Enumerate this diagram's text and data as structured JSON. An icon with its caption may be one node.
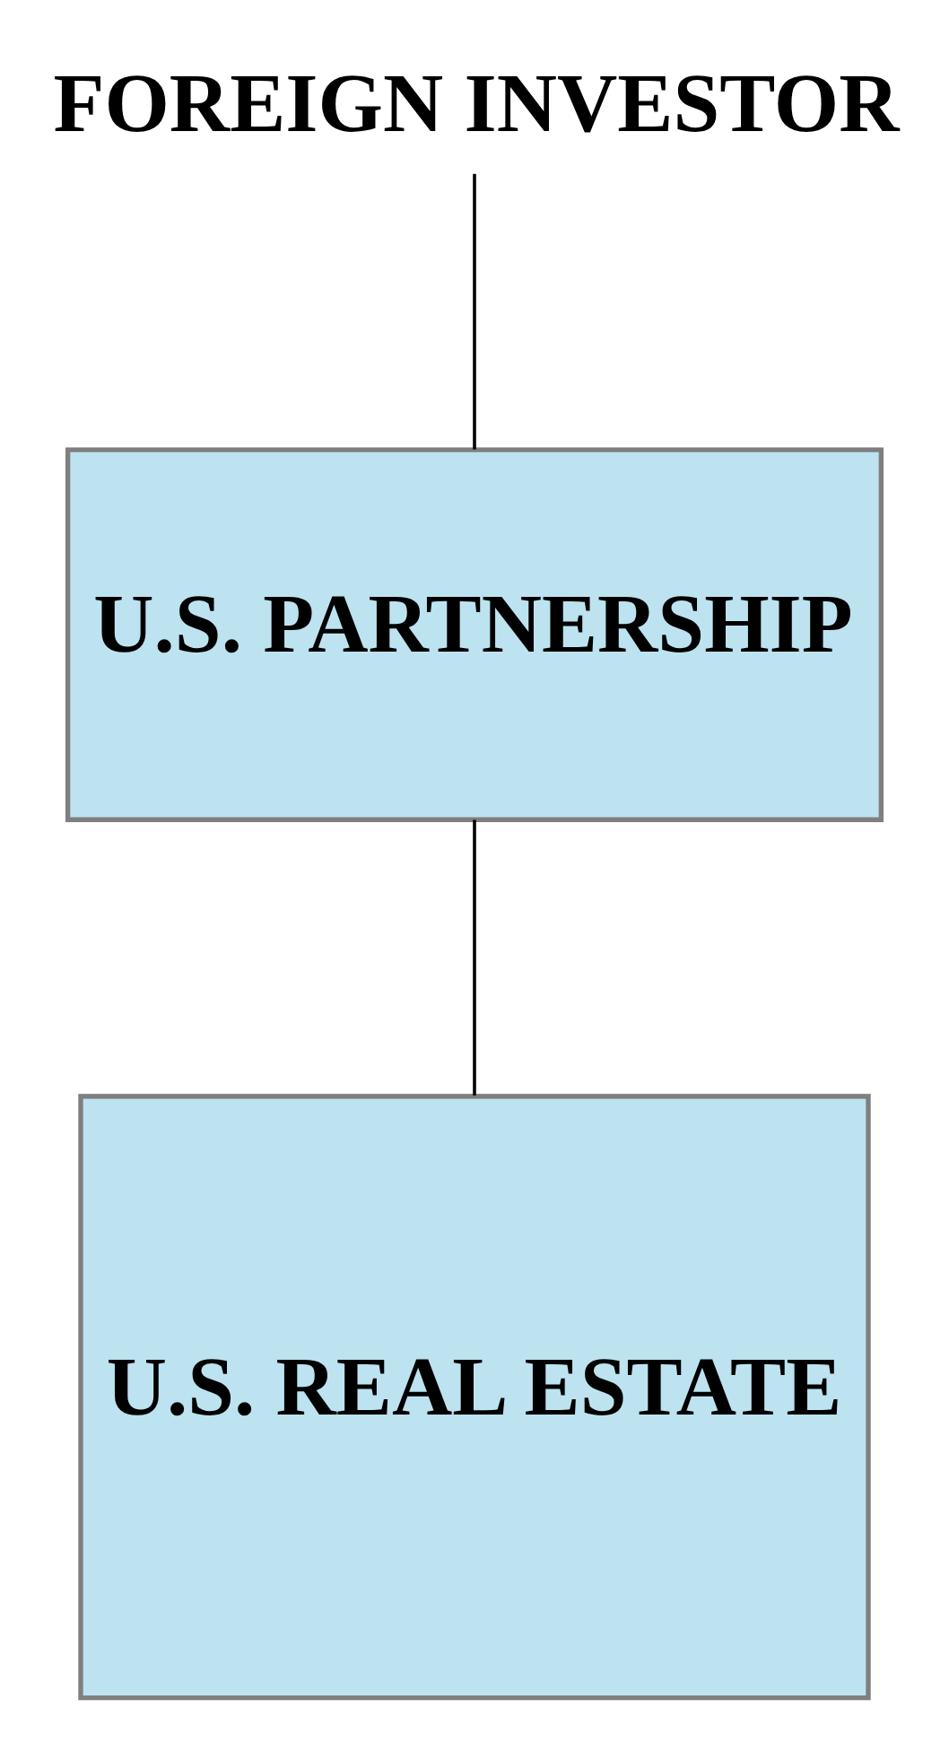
{
  "diagram": {
    "nodes": [
      {
        "text": [
          "FOREIGN INVESTOR"
        ]
      },
      {
        "text": [
          "U.S. PARTNERSHIP"
        ]
      },
      {
        "text": [
          "U.S. REAL ESTATE"
        ]
      }
    ],
    "edges": [
      {
        "from": 0,
        "to": 1,
        "arrow": "none"
      },
      {
        "from": 1,
        "to": 2,
        "arrow": "none"
      }
    ]
  }
}
